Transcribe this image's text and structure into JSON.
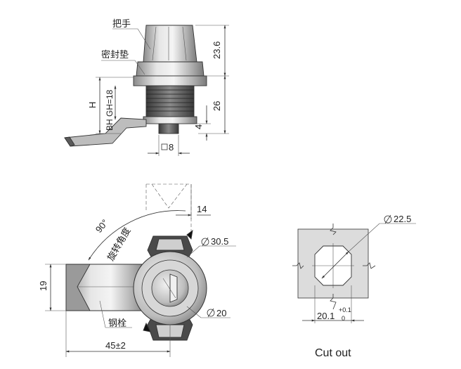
{
  "labels": {
    "handle": "把手",
    "seal_gasket": "密封垫",
    "rotation_angle": "旋转角度",
    "steel_bolt": "钢栓",
    "caption": "Cut out"
  },
  "dimensions": {
    "handle_height": "23.6",
    "body_height": "26",
    "cam_offset": "4",
    "square_drive": "8",
    "h_label": "H",
    "bh_gh": "BH GH=18",
    "cam_width": "14",
    "angle": "90°",
    "flange_dia": "30.5",
    "body_dia": "20",
    "cam_height": "19",
    "cam_length": "45±2",
    "cutout_dia": "22.5",
    "cutout_width": "20.1",
    "tol_upper": "+0.1",
    "tol_lower": "0"
  },
  "colors": {
    "metal_light": "#d9d9d9",
    "metal_mid": "#a8a8a8",
    "metal_dark": "#4a4a4a",
    "line": "#333333"
  }
}
